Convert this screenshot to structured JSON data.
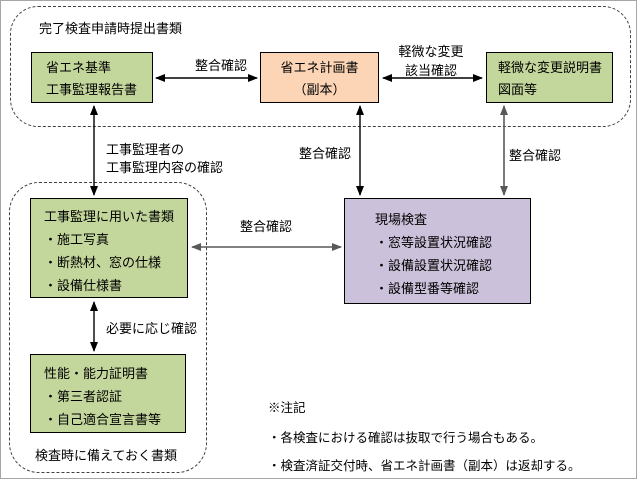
{
  "colors": {
    "box_green": "#c3d69b",
    "box_orange": "#fbd5b5",
    "box_purple": "#ccc1da",
    "arrow_black": "#000000",
    "arrow_gray": "#595959"
  },
  "top_group": {
    "label": "完了検査申請時提出書類",
    "report_box": {
      "line1": "省エネ基準",
      "line2": "工事監理報告書"
    },
    "plan_box": {
      "line1": "省エネ計画書",
      "line2": "（副本）"
    },
    "minor_change_box": {
      "line1": "軽微な変更説明書",
      "line2": "図面等"
    }
  },
  "labels": {
    "seigou_top": "整合確認",
    "minor_check_1": "軽微な変更",
    "minor_check_2": "該当確認",
    "kanri_1": "工事監理者の",
    "kanri_2": "工事監理内容の確認",
    "seigou_plan_site": "整合確認",
    "seigou_minor_site": "整合確認",
    "seigou_docs_site": "整合確認",
    "hitsuyou": "必要に応じ確認"
  },
  "construction_docs_box": {
    "title": "工事監理に用いた書類",
    "items": [
      "・施工写真",
      "・断熱材、窓の仕様",
      "・設備仕様書"
    ]
  },
  "site_inspection_box": {
    "title": "現場検査",
    "items": [
      "・窓等設置状況確認",
      "・設備設置状況確認",
      "・設備型番等確認"
    ]
  },
  "certificate_box": {
    "title": "性能・能力証明書",
    "items": [
      "・第三者認証",
      "・自己適合宣言書等"
    ]
  },
  "bottom_group": {
    "label": "検査時に備えておく書類"
  },
  "notes": {
    "title": "※注記",
    "items": [
      "・各検査における確認は抜取で行う場合もある。",
      "・検査済証交付時、省エネ計画書（副本）は返却する。"
    ]
  }
}
